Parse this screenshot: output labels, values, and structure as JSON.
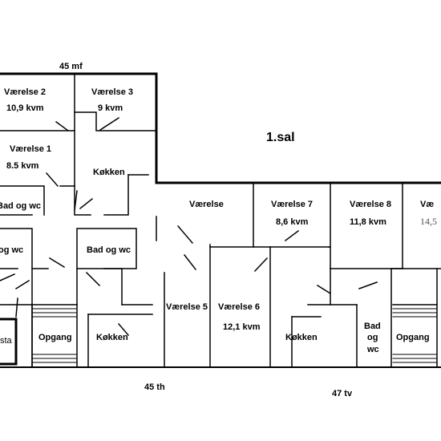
{
  "plan": {
    "floor_label": "1.sal",
    "address_top": "45 mf",
    "address_bottom_left": "45 th",
    "address_bottom_right": "47 tv"
  },
  "rooms": {
    "vaerelse2": {
      "name": "Værelse 2",
      "area": "10,9 kvm"
    },
    "vaerelse3": {
      "name": "Værelse 3",
      "area": "9 kvm"
    },
    "vaerelse1": {
      "name": "Værelse 1",
      "area": "8.5 kvm"
    },
    "kokken_top": {
      "name": "Køkken"
    },
    "bad_wc_1": {
      "name": "Bad og wc"
    },
    "bad_wc_2": {
      "name": "og wc"
    },
    "bad_wc_3": {
      "name": "Bad og wc"
    },
    "vaerelse_mid": {
      "name": "Værelse"
    },
    "vaerelse7": {
      "name": "Værelse 7",
      "area": "8,6 kvm"
    },
    "vaerelse8": {
      "name": "Værelse 8",
      "area": "11,8 kvm"
    },
    "vaerelse_right": {
      "name": "Væ",
      "area": "14,5"
    },
    "vaerelse5": {
      "name": "Værelse 5"
    },
    "vaerelse6": {
      "name": "Værelse 6",
      "area": "12,1 kvm"
    },
    "kokken_left": {
      "name": "Køkken"
    },
    "kokken_bottom": {
      "name": "Køkken"
    },
    "bad_og_wc_stack": {
      "line1": "Bad",
      "line2": "og",
      "line3": "wc"
    },
    "opgang_left": {
      "name": "Opgang"
    },
    "opgang_right": {
      "name": "Opgang"
    },
    "sta": {
      "name": "sta"
    }
  }
}
